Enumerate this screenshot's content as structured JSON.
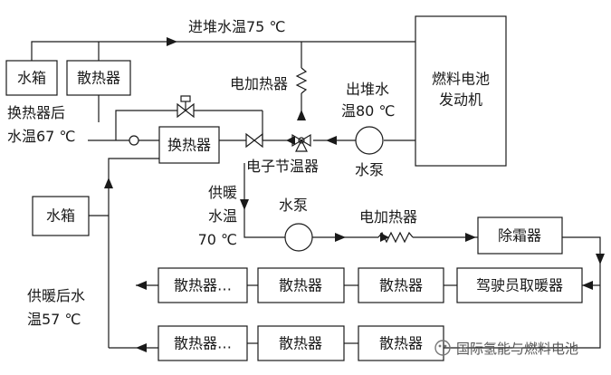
{
  "components": {
    "fuel_cell_engine": [
      "燃料电池",
      "发动机"
    ],
    "water_tank_top": "水箱",
    "radiator_top": "散热器",
    "heat_exchanger": "换热器",
    "water_tank_left": "水箱",
    "defroster": "除霜器",
    "driver_heater": "驾驶员取暖器",
    "radiator_row1": [
      "散热器…",
      "散热器",
      "散热器"
    ],
    "radiator_row2": [
      "散热器…",
      "散热器",
      "散热器"
    ]
  },
  "labels": {
    "inlet_temp": "进堆水温75 ℃",
    "electric_heater_top": "电加热器",
    "outlet_temp": [
      "出堆水",
      "温80 ℃"
    ],
    "water_pump_top": "水泵",
    "hx_out_temp": [
      "换热器后",
      "水温67 ℃"
    ],
    "thermostat": "电子节温器",
    "supply_temp": [
      "供暖",
      "水温",
      "70 ℃"
    ],
    "water_pump_mid": "水泵",
    "electric_heater_mid": "电加热器",
    "return_temp": [
      "供暖后水",
      "温57 ℃"
    ]
  },
  "watermark": "国际氢能与燃料电池"
}
